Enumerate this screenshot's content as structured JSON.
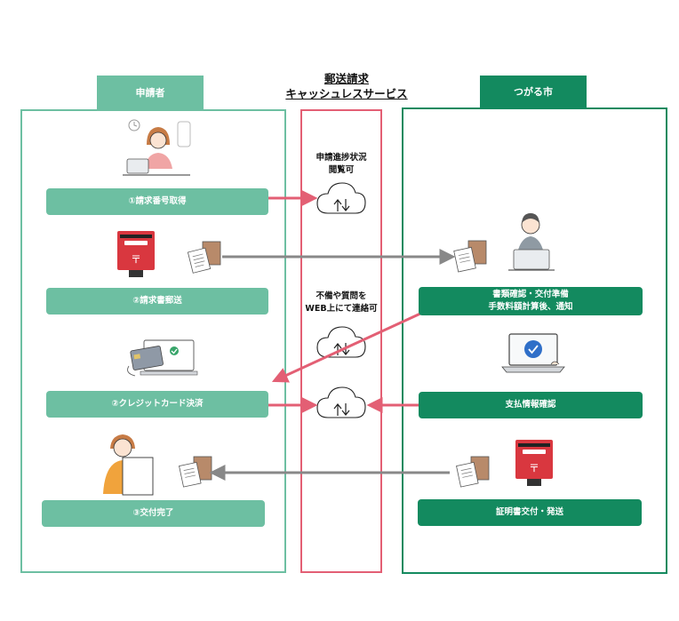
{
  "header": {
    "title_line1": "郵送請求",
    "title_line2": "キャッシュレスサービス"
  },
  "columns": {
    "applicant": {
      "label": "申請者",
      "color": "#6dbfa2"
    },
    "city": {
      "label": "つがる市",
      "color": "#138a5f"
    },
    "service_color": "#e35f74"
  },
  "applicant_steps": [
    {
      "label": "①請求番号取得"
    },
    {
      "label": "②請求書郵送"
    },
    {
      "label": "②クレジットカード決済"
    },
    {
      "label": "③交付完了"
    }
  ],
  "city_steps": [
    {
      "label": "書類確認・交付準備\n手数料額計算後、通知"
    },
    {
      "label": "支払情報確認"
    },
    {
      "label": "証明書交付・発送"
    }
  ],
  "service_notes": [
    {
      "text": "申請進捗状況\n閲覧可"
    },
    {
      "text": "不備や質問を\nWEB上にて連絡可"
    }
  ]
}
